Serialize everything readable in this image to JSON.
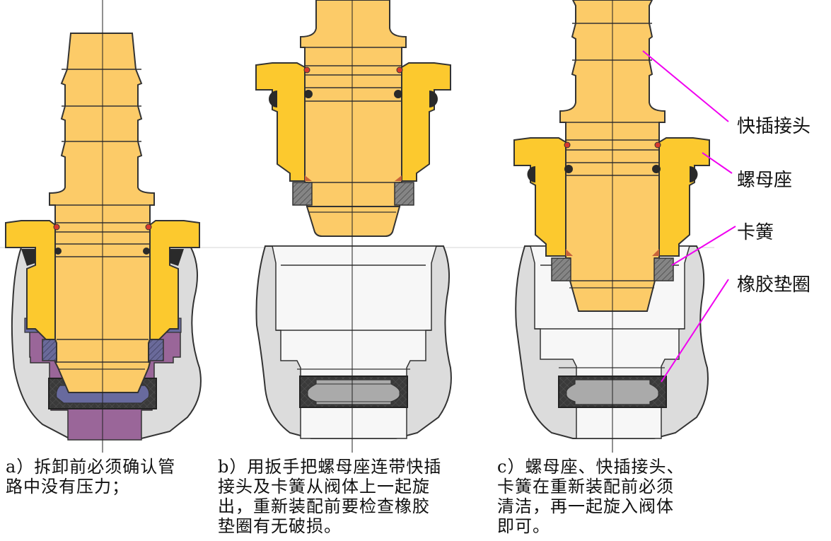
{
  "captions": {
    "a": "a）拆卸前必须确认管\n路中没有压力；",
    "b": "b）用扳手把螺母座连带快插\n接头及卡簧从阀体上一起旋\n出，重新装配前要检查橡胶\n垫圈有无破损。",
    "c": "c）螺母座、快插接头、\n卡簧在重新装配前必须\n清洁，再一起旋入阀体\n即可。"
  },
  "labels": {
    "quick_connector": "快插接头",
    "nut_seat": "螺母座",
    "circlip": "卡簧",
    "rubber_gasket": "橡胶垫圈"
  },
  "colors": {
    "connector": "#FCCB68",
    "nut": "#FCC92E",
    "valve_body": "#DCDCDC",
    "bore": "#F7F7F7",
    "purple_fluid": "#9A6699",
    "blue_seal": "#686A9E",
    "oring": "#2A2A2A",
    "red_seal": "#D83A2E",
    "circlip_fill": "#858585",
    "leader": "#F000F0",
    "outline": "#333333"
  }
}
